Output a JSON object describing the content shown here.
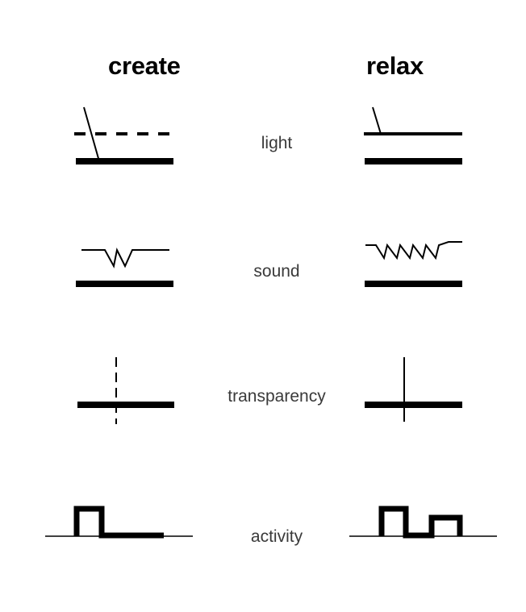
{
  "headings": {
    "left": "create",
    "right": "relax"
  },
  "rows": [
    {
      "label": "light"
    },
    {
      "label": "sound"
    },
    {
      "label": "transparency"
    },
    {
      "label": "activity"
    }
  ],
  "colors": {
    "ink": "#000000",
    "label": "#3a3a3a",
    "background": "#ffffff"
  }
}
